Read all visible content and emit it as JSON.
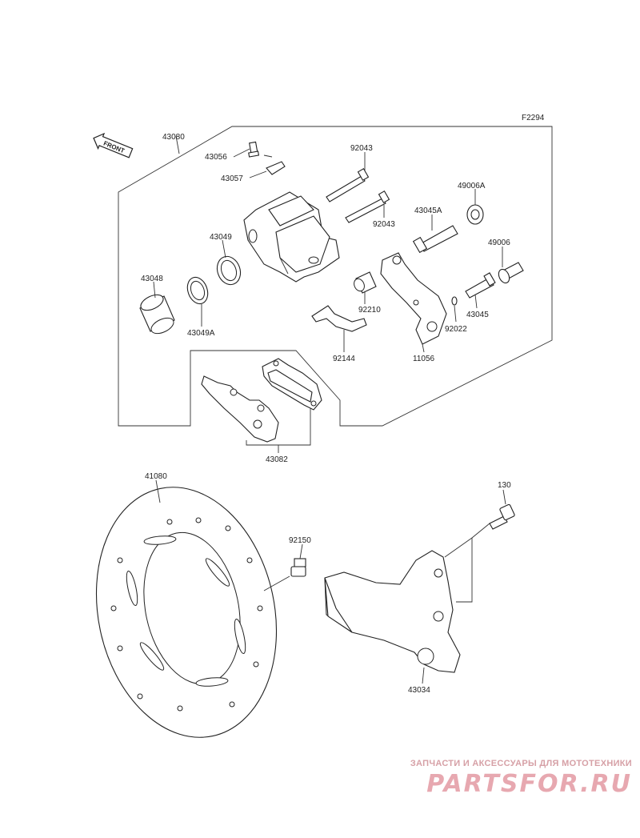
{
  "diagram_code": "F2294",
  "front_label": "FRONT",
  "parts": {
    "p43080": "43080",
    "p43056": "43056",
    "p43057": "43057",
    "p92043a": "92043",
    "p92043b": "92043",
    "p49006A": "49006A",
    "p43045A": "43045A",
    "p49006": "49006",
    "p43049": "43049",
    "p43048": "43048",
    "p43049A": "43049A",
    "p92210": "92210",
    "p43045": "43045",
    "p92022": "92022",
    "p11056": "11056",
    "p92144": "92144",
    "p43082": "43082",
    "p41080": "41080",
    "p92150": "92150",
    "p130": "130",
    "p43034": "43034"
  },
  "watermark": {
    "subtitle": "ЗАПЧАСТИ И АКСЕССУАРЫ ДЛЯ МОТОТЕХНИКИ",
    "logo": "PARTSFOR.RU"
  },
  "colors": {
    "line": "#333333",
    "watermark": "#e7a8b0"
  }
}
